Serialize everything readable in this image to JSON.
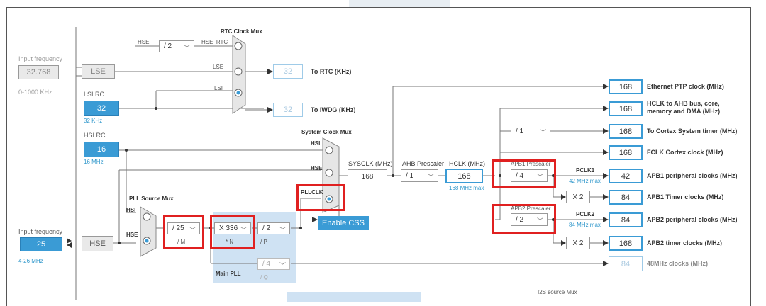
{
  "labels": {
    "input_frequency": "Input frequency",
    "lse_range": "0-1000 KHz",
    "lsi_rc": "LSI RC",
    "lsi_khz": "32 KHz",
    "hsi_rc": "HSI RC",
    "hsi_mhz": "16 MHz",
    "input_frequency2": "Input frequency",
    "hse_range": "4-26 MHz",
    "rtc_clock_mux": "RTC Clock Mux",
    "system_clock_mux": "System Clock Mux",
    "pll_source_mux": "PLL Source Mux",
    "main_pll": "Main PLL",
    "i2s_source_mux": "I2S source Mux",
    "sysclk": "SYSCLK (MHz)",
    "ahb_prescaler": "AHB Prescaler",
    "hclk": "HCLK (MHz)",
    "hclk_max": "168 MHz max",
    "apb1_prescaler": "APB1 Prescaler",
    "apb2_prescaler": "APB2 Prescaler",
    "pclk1": "PCLK1",
    "pclk1_max": "42 MHz max",
    "pclk2": "PCLK2",
    "pclk2_max": "84 MHz max",
    "hse_div_rtc": "HSE",
    "hse_rtc": "HSE_RTC",
    "lse_in": "LSE",
    "lsi_in": "LSI",
    "hsi_in": "HSI",
    "hse_in": "HSE",
    "pllclk_in": "PLLCLK",
    "pll_hsi": "HSI",
    "pll_hse": "HSE",
    "m_label": "/ M",
    "n_label": "* N",
    "p_label": "/ P",
    "q_label": "/ Q"
  },
  "inputs": {
    "lse_freq": "32.768",
    "lse": "LSE",
    "lsi": "32",
    "hsi": "16",
    "hse_freq": "25",
    "hse": "HSE"
  },
  "selects": {
    "rtc_div": "/ 2",
    "pll_m": "/ 25",
    "pll_n": "X 336",
    "pll_p": "/ 2",
    "pll_q": "/ 4",
    "ahb": "/ 1",
    "cortex_timer": "/ 1",
    "apb1": "/ 4",
    "apb2": "/ 2"
  },
  "values": {
    "rtc": "32",
    "iwdg": "32",
    "sysclk": "168",
    "hclk": "168",
    "apb1_timer_mult": "X 2",
    "apb2_timer_mult": "X 2"
  },
  "outputs": [
    {
      "value": "168",
      "label": "Ethernet PTP clock (MHz)"
    },
    {
      "value": "168",
      "label": "HCLK to AHB bus, core, memory and DMA (MHz)"
    },
    {
      "value": "168",
      "label": "To Cortex System timer (MHz)"
    },
    {
      "value": "168",
      "label": "FCLK Cortex clock (MHz)"
    },
    {
      "value": "42",
      "label": "APB1 peripheral clocks (MHz)"
    },
    {
      "value": "84",
      "label": "APB1 Timer clocks (MHz)"
    },
    {
      "value": "84",
      "label": "APB2 peripheral clocks (MHz)"
    },
    {
      "value": "168",
      "label": "APB2 timer clocks (MHz)"
    },
    {
      "value": "84",
      "label": "48MHz clocks (MHz)"
    }
  ],
  "rtc_out_label": "To RTC (KHz)",
  "iwdg_out_label": "To IWDG (KHz)",
  "enable_css": "Enable CSS",
  "colors": {
    "accent": "#3a9bd5",
    "highlight": "#e02020"
  }
}
